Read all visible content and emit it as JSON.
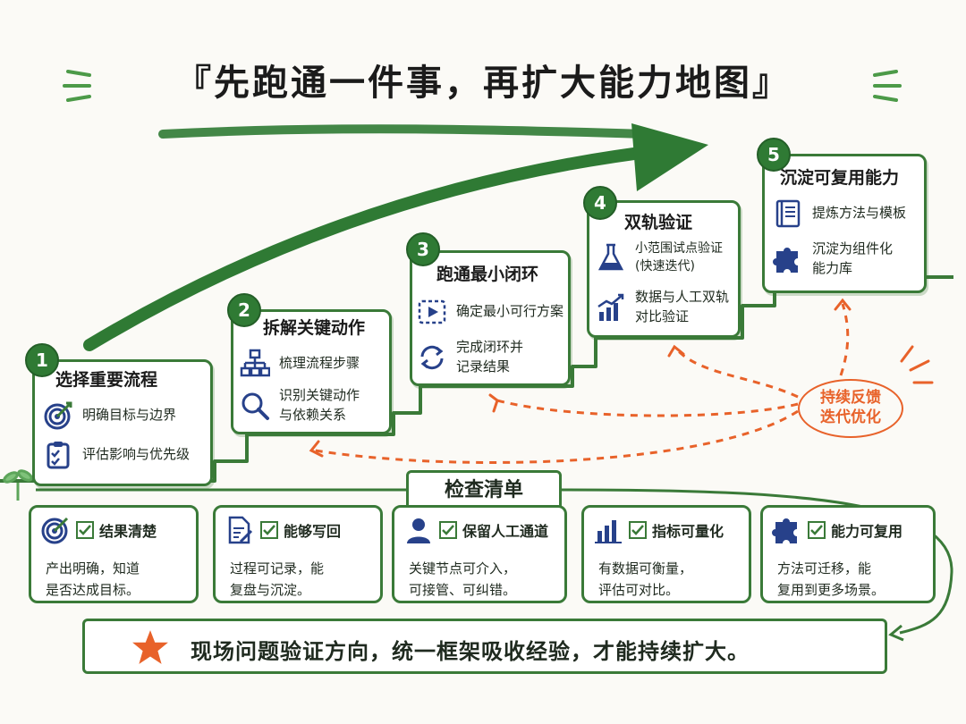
{
  "title": "『先跑通一件事，再扩大能力地图』",
  "steps": [
    {
      "num": "1",
      "title": "选择重要流程",
      "items": [
        {
          "icon": "target-icon",
          "text": "明确目标与边界"
        },
        {
          "icon": "clipboard-checklist-icon",
          "text": "评估影响与优先级"
        }
      ]
    },
    {
      "num": "2",
      "title": "拆解关键动作",
      "items": [
        {
          "icon": "org-chart-icon",
          "text": "梳理流程步骤"
        },
        {
          "icon": "magnifier-icon",
          "text": "识别关键动作\n与依赖关系"
        }
      ]
    },
    {
      "num": "3",
      "title": "跑通最小闭环",
      "items": [
        {
          "icon": "play-frame-icon",
          "text": "确定最小可行方案"
        },
        {
          "icon": "cycle-arrows-icon",
          "text": "完成闭环并\n记录结果"
        }
      ]
    },
    {
      "num": "4",
      "title": "双轨验证",
      "items": [
        {
          "icon": "flask-icon",
          "text": "小范围试点验证\n(快速迭代)"
        },
        {
          "icon": "growth-chart-icon",
          "text": "数据与人工双轨\n对比验证"
        }
      ]
    },
    {
      "num": "5",
      "title": "沉淀可复用能力",
      "items": [
        {
          "icon": "book-icon",
          "text": "提炼方法与模板"
        },
        {
          "icon": "puzzle-icon",
          "text": "沉淀为组件化\n能力库"
        }
      ]
    }
  ],
  "feedback": {
    "line1": "持续反馈",
    "line2": "迭代优化"
  },
  "checklist": {
    "title": "检查清单",
    "cards": [
      {
        "icon": "target-icon",
        "label": "结果清楚",
        "desc": "产出明确，知道\n是否达成目标。"
      },
      {
        "icon": "document-edit-icon",
        "label": "能够写回",
        "desc": "过程可记录，能\n复盘与沉淀。"
      },
      {
        "icon": "person-icon",
        "label": "保留人工通道",
        "desc": "关键节点可介入，\n可接管、可纠错。"
      },
      {
        "icon": "bar-chart-icon",
        "label": "指标可量化",
        "desc": "有数据可衡量，\n评估可对比。"
      },
      {
        "icon": "puzzle-icon",
        "label": "能力可复用",
        "desc": "方法可迁移，能\n复用到更多场景。"
      }
    ]
  },
  "banner": {
    "icon": "star-icon",
    "text": "现场问题验证方向，统一框架吸收经验，才能持续扩大。"
  },
  "colors": {
    "green": "#3a7a38",
    "dark_green": "#2f7a34",
    "orange": "#e8622a",
    "navy": "#27418a"
  }
}
